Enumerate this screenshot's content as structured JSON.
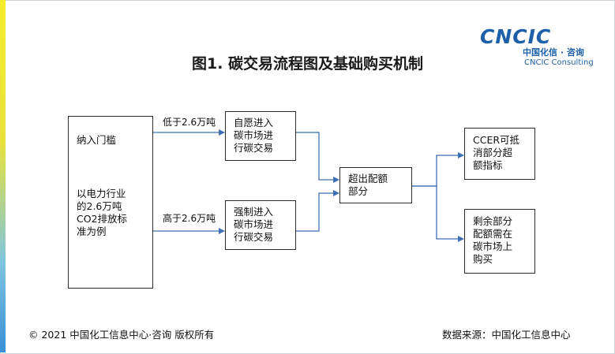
{
  "logo": {
    "main": "CNCIC",
    "cn": "中国化信 · 咨询",
    "en": "CNCIC Consulting"
  },
  "title": "图1. 碳交易流程图及基础购买机制",
  "boxes": {
    "include": "纳入门槛",
    "example": [
      "以电力行业",
      "的2.6万吨",
      "CO2排放标",
      "准为例"
    ],
    "voluntary": [
      "自愿进入",
      "碳市场进",
      "行碳交易"
    ],
    "mandatory": [
      "强制进入",
      "碳市场进",
      "行碳交易"
    ],
    "excess": [
      "超出配额",
      "部分"
    ],
    "ccer": [
      "CCER可抵",
      "消部分超",
      "额指标"
    ],
    "remaining": [
      "剩余部分",
      "配额需在",
      "碳市场上",
      "购买"
    ]
  },
  "labels": {
    "below": "低于2.6万吨",
    "above": "高于2.6万吨"
  },
  "footer": {
    "copyright": "© 2021 中国化工信息中心·咨询 版权所有",
    "source": "数据来源：中国化工信息中心"
  }
}
